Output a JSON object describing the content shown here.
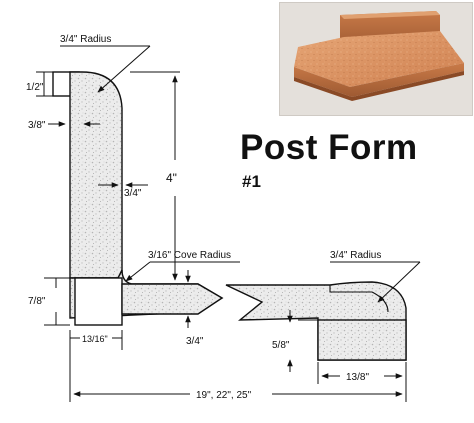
{
  "title": "Post Form",
  "subtitle": "#1",
  "dimensions": {
    "top_radius": "3/4\" Radius",
    "lip_height": "1/2\"",
    "thickness_left": "3/8\"",
    "backsplash_height": "4\"",
    "backsplash_thickness": "3/4\"",
    "cove_radius": "3/16\" Cove Radius",
    "base_height": "7/8\"",
    "base_width": "13/16\"",
    "deck_thickness": "3/4\"",
    "front_radius": "3/4\" Radius",
    "edge_thickness": "5/8\"",
    "edge_width": "13/8\"",
    "overall_depth": "19\", 22\", 25\""
  },
  "colors": {
    "laminate_fill": "#e9e9e9",
    "laminate_speckle": "#b8b8b8",
    "outline": "#111111",
    "counter_top": "#d98e5a",
    "counter_front": "#b9683a"
  },
  "photo_alt_icon": "countertop-photo"
}
